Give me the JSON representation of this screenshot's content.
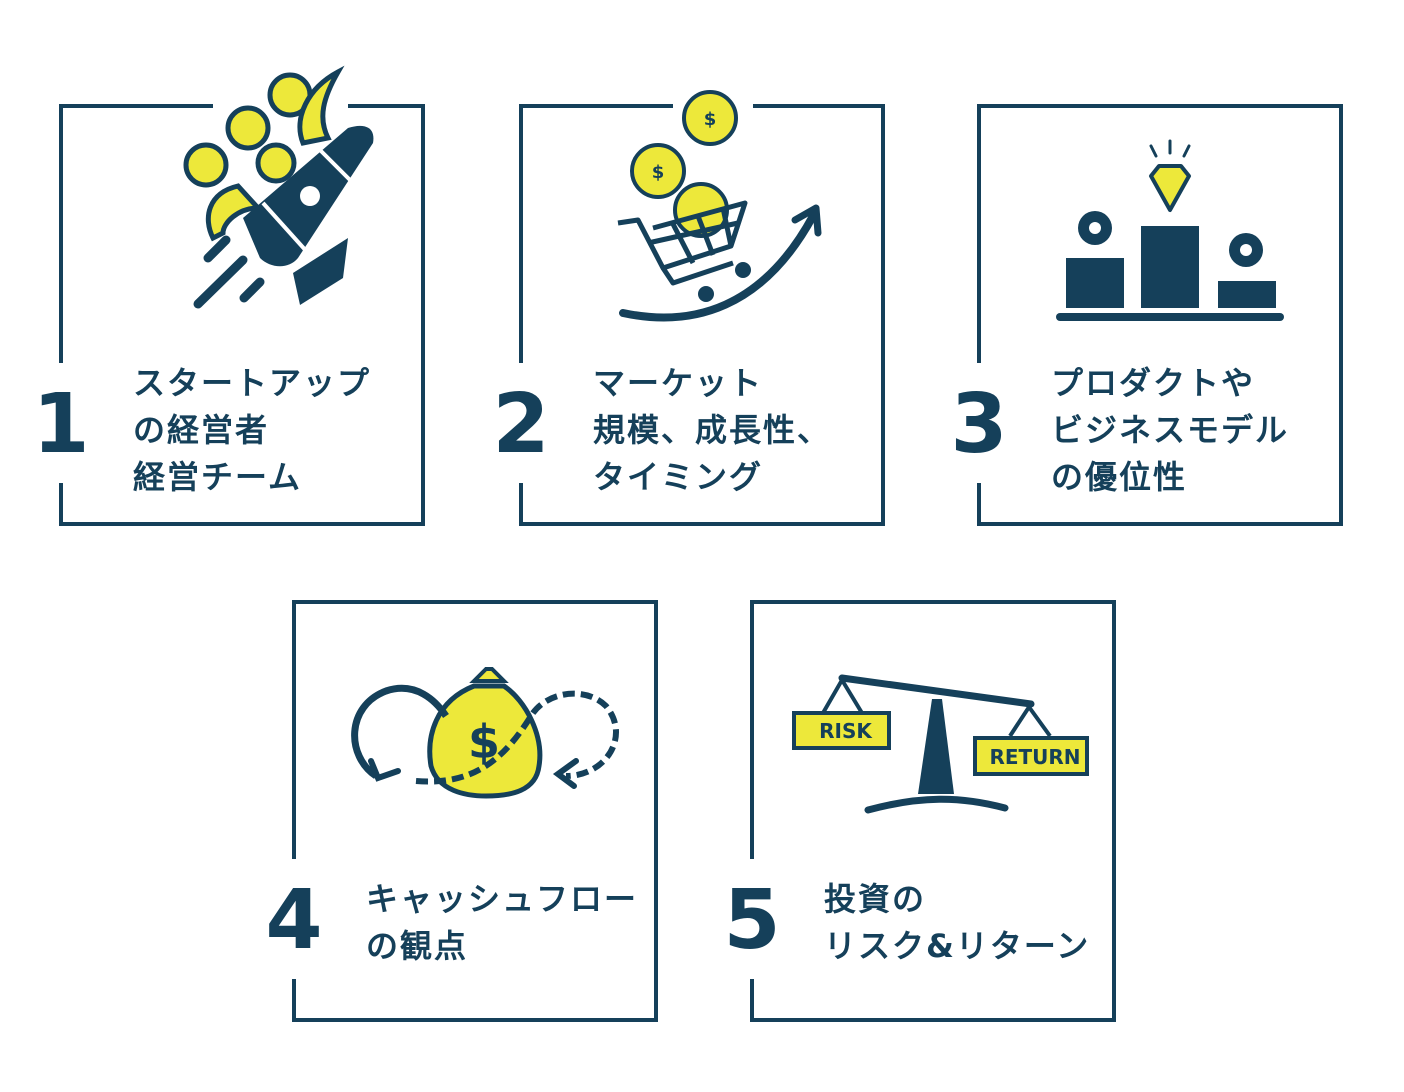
{
  "colors": {
    "navy": "#15405a",
    "yellow": "#ede83a"
  },
  "cards": [
    {
      "number": "1",
      "lines": [
        "スタートアップ",
        "の経営者",
        "経営チーム"
      ],
      "icon": "rocket-team-icon"
    },
    {
      "number": "2",
      "lines": [
        "マーケット",
        "規模、成長性、",
        "タイミング"
      ],
      "icon": "shopping-cart-growth-icon"
    },
    {
      "number": "3",
      "lines": [
        "プロダクトや",
        "ビジネスモデル",
        "の優位性"
      ],
      "icon": "podium-diamond-icon"
    },
    {
      "number": "4",
      "lines": [
        "キャッシュフロー",
        "の観点"
      ],
      "icon": "money-bag-cycle-icon"
    },
    {
      "number": "5",
      "lines": [
        "投資の",
        "リスク&リターン"
      ],
      "icon": "balance-scale-icon",
      "scale_labels": [
        "RISK",
        "RETURN"
      ]
    }
  ]
}
